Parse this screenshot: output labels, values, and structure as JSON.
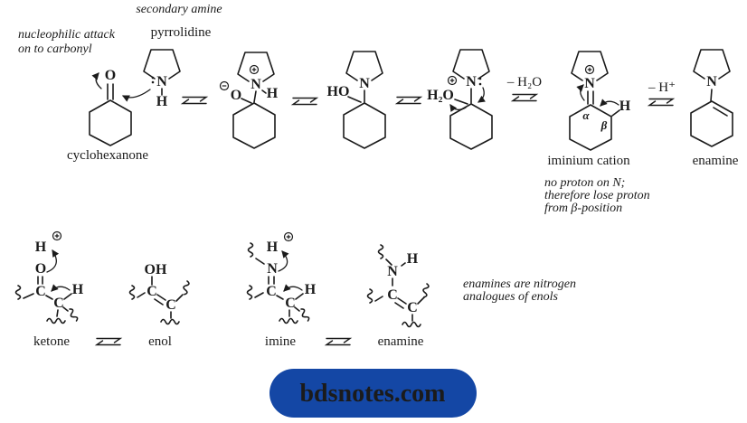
{
  "colors": {
    "ink": "#1b1b1b",
    "brand_blue": "#1447a5",
    "white": "#ffffff",
    "background": "#ffffff"
  },
  "annotations": {
    "secondary_amine": "secondary amine",
    "pyrrolidine": "pyrrolidine",
    "nucleophilic_attack_line1": "nucleophilic attack",
    "nucleophilic_attack_line2": "on to carbonyl",
    "no_proton_line1": "no proton on N;",
    "no_proton_line2": "therefore lose proton",
    "no_proton_line3": "from β-position",
    "enamine_note_line1": "enamines are nitrogen",
    "enamine_note_line2": "analogues of enols"
  },
  "conditions": {
    "minus_water": "– H₂O",
    "minus_proton": "– H⁺"
  },
  "atoms": {
    "O": "O",
    "N": "N",
    "H": "H",
    "C": "C",
    "HO": "HO",
    "OH": "OH",
    "H2O": "H₂O",
    "alpha": "α",
    "beta": "β"
  },
  "captions": {
    "cyclohexanone": "cyclohexanone",
    "iminium": "iminium cation",
    "enamine_top": "enamine",
    "ketone": "ketone",
    "enol": "enol",
    "imine": "imine",
    "enamine_bottom": "enamine"
  },
  "branding": {
    "label": "bdsnotes.com"
  }
}
